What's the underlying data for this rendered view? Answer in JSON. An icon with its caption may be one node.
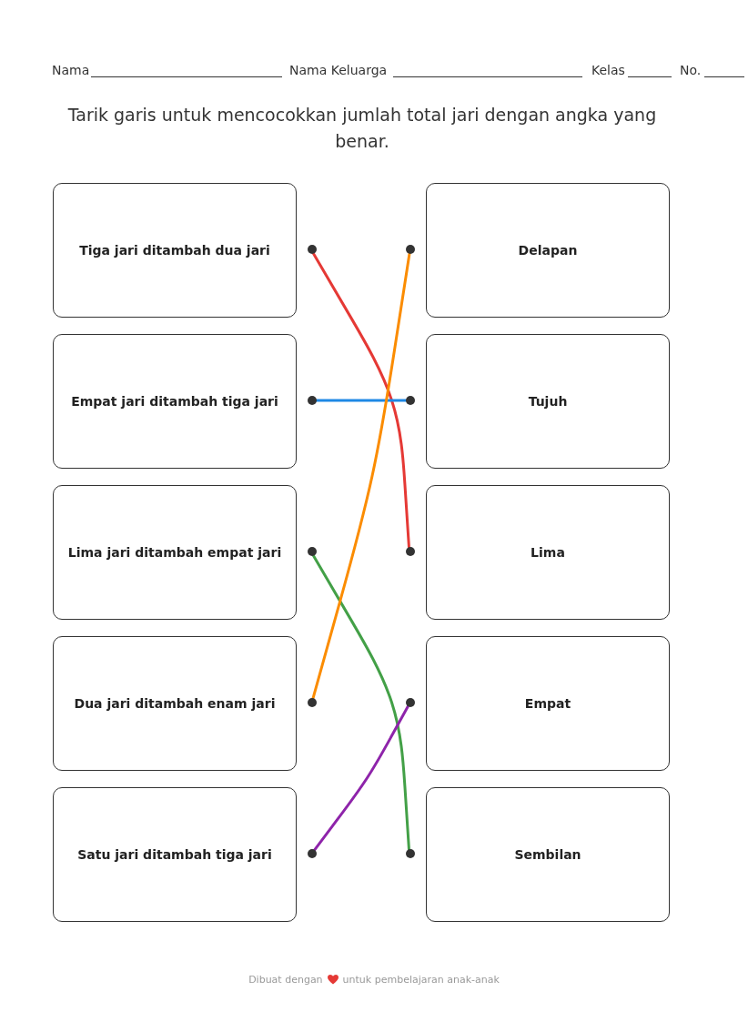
{
  "diagram": {
    "title": "Tarik garis untuk mencocokkan jumlah total jari dengan angka yang benar.",
    "nodes": [
      {
        "text": [
          "Tiga jari ditambah dua jari"
        ]
      },
      {
        "text": [],
        "shape": "circle"
      },
      {
        "text": [],
        "shape": "circle"
      },
      {
        "text": [
          "Delapan"
        ]
      },
      {
        "text": [
          "Empat jari ditambah tiga jari"
        ]
      },
      {
        "text": [],
        "shape": "circle"
      },
      {
        "text": [],
        "shape": "circle"
      },
      {
        "text": [
          "Tujuh"
        ]
      },
      {
        "text": [
          "Lima jari ditambah empat jari"
        ]
      },
      {
        "text": [],
        "shape": "circle"
      },
      {
        "text": [],
        "shape": "circle"
      },
      {
        "text": [
          "Lima"
        ]
      },
      {
        "text": [
          "Dua jari ditambah enam jari"
        ]
      },
      {
        "text": [],
        "shape": "circle"
      },
      {
        "text": [],
        "shape": "circle"
      },
      {
        "text": [
          "Empat"
        ]
      },
      {
        "text": [
          "Satu jari ditambah tiga jari"
        ]
      },
      {
        "text": [],
        "shape": "circle"
      },
      {
        "text": [],
        "shape": "circle"
      },
      {
        "text": [
          "Sembilan"
        ]
      }
    ],
    "edges": [
      {
        "from": 1,
        "to": 10,
        "arrow": "none",
        "color": "#e53935"
      },
      {
        "from": 5,
        "to": 6,
        "arrow": "none",
        "color": "#1e88e5"
      },
      {
        "from": 9,
        "to": 18,
        "arrow": "none",
        "color": "#43a047"
      },
      {
        "from": 13,
        "to": 2,
        "arrow": "none",
        "color": "#fb8c00"
      },
      {
        "from": 17,
        "to": 14,
        "arrow": "none",
        "color": "#8e24aa"
      }
    ],
    "labels": [
      "Nama",
      "Nama Keluarga",
      "Kelas",
      "No.",
      "Dibuat dengan",
      "untuk pembelajaran anak-anak"
    ]
  }
}
